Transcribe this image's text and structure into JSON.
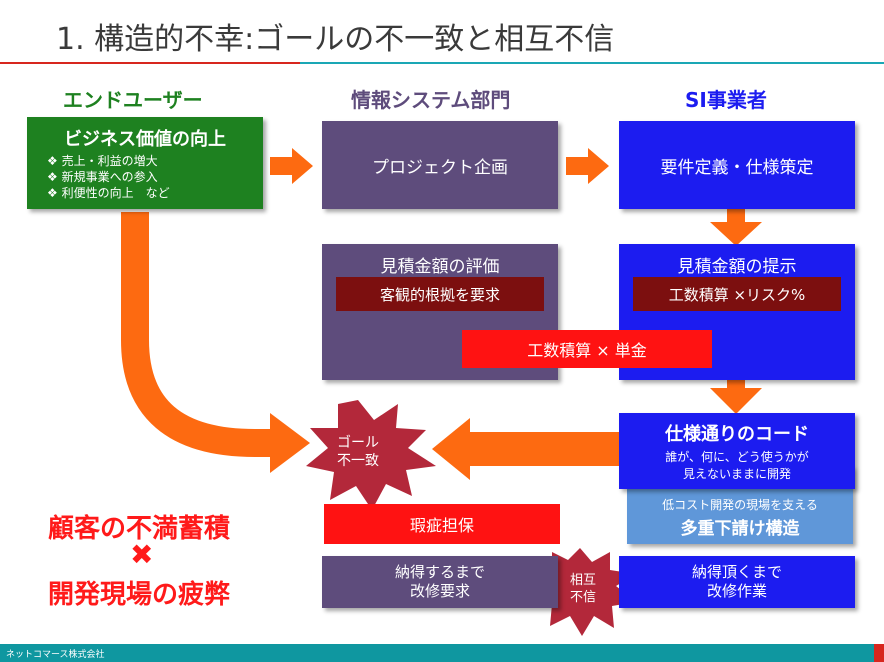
{
  "header": {
    "title": "1. 構造的不幸:ゴールの不一致と相互不信"
  },
  "columns": {
    "end_user": "エンドユーザー",
    "it_dept": "情報システム部門",
    "si_vendor": "SI事業者"
  },
  "end_user_box": {
    "title": "ビジネス価値の向上",
    "bullets": [
      "❖ 売上・利益の増大",
      "❖ 新規事業への参入",
      "❖ 利便性の向上　など"
    ]
  },
  "project_planning": "プロジェクト企画",
  "requirements": "要件定義・仕様策定",
  "estimate_eval": {
    "title": "見積金額の評価",
    "sub": "客観的根拠を要求"
  },
  "estimate_present": {
    "title": "見積金額の提示",
    "sub": "工数積算 ×リスク%"
  },
  "unit_price": "工数積算 × 単金",
  "code": {
    "title": "仕様通りのコード",
    "line1": "誰が、何に、どう使うかが",
    "line2": "見えないままに開発"
  },
  "goal_mismatch": {
    "line1": "ゴール",
    "line2": "不一致"
  },
  "subcontract": {
    "line1": "低コスト開発の現場を支える",
    "line2": "多重下請け構造"
  },
  "warranty": "瑕疵担保",
  "rework_req": {
    "line1": "納得するまで",
    "line2": "改修要求"
  },
  "rework_work": {
    "line1": "納得頂くまで",
    "line2": "改修作業"
  },
  "mutual_distrust": {
    "line1": "相互",
    "line2": "不信"
  },
  "left_message": {
    "line1": "顧客の不満蓄積",
    "cross": "✖",
    "line2": "開発現場の疲弊"
  },
  "footer": {
    "company": "ネットコマース株式会社"
  },
  "colors": {
    "orange": "#fd6a11",
    "green": "#1e8120",
    "purple": "#5e4c7c",
    "blue": "#1c1cf0",
    "red": "#ff1212",
    "darkred": "#7c0f0f",
    "star": "#b3283a"
  }
}
